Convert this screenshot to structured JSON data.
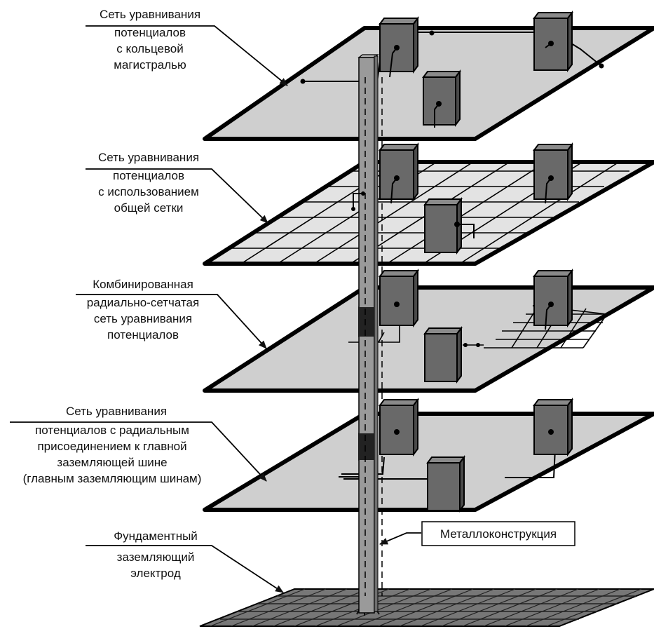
{
  "labels": {
    "ring": [
      "Сеть уравнивания",
      "потенциалов",
      "с кольцевой",
      "магистралью"
    ],
    "mesh": [
      "Сеть уравнивания",
      "потенциалов",
      "с использованием",
      "общей сетки"
    ],
    "combined": [
      "Комбинированная",
      "радиально-сетчатая",
      "сеть уравнивания",
      "потенциалов"
    ],
    "radial": [
      "Сеть уравнивания",
      "потенциалов с радиальным",
      "присоединением к главной",
      "заземляющей шине",
      "(главным заземляющим шинам)"
    ],
    "foundation": [
      "Фундаментный",
      "заземляющий",
      "электрод"
    ],
    "metal": [
      "Металлоконструкция"
    ]
  }
}
